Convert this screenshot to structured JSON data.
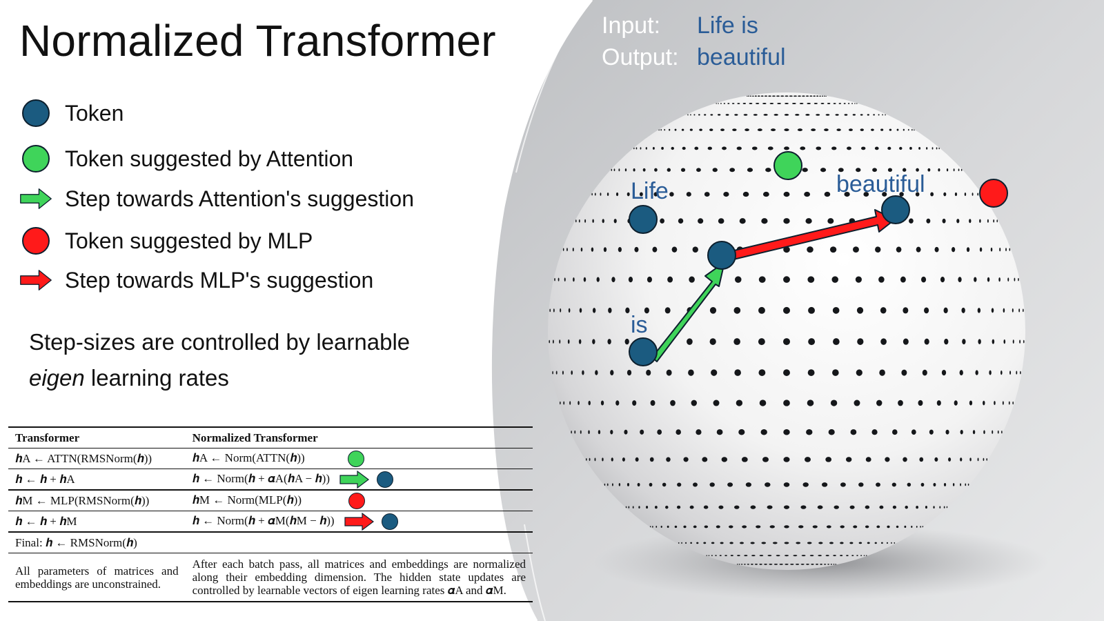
{
  "title": "Normalized Transformer",
  "legend": [
    {
      "icon": "token-circle-icon",
      "label": "Token",
      "color": "#1b5b80"
    },
    {
      "icon": "attention-circle-icon",
      "label": "Token suggested by Attention",
      "color": "#3fd45a"
    },
    {
      "icon": "green-arrow-icon",
      "label": "Step towards Attention's suggestion",
      "color": "#3fd45a"
    },
    {
      "icon": "mlp-circle-icon",
      "label": "Token suggested by MLP",
      "color": "#ff1a1a"
    },
    {
      "icon": "red-arrow-icon",
      "label": "Step towards MLP's suggestion",
      "color": "#ff1a1a"
    }
  ],
  "note": {
    "line1": "Step-sizes are controlled by learnable",
    "italic": "eigen",
    "line2_rest": " learning rates"
  },
  "table": {
    "headers": [
      "Transformer",
      "Normalized Transformer"
    ],
    "rows": [
      {
        "left": "𝒉A ← ATTN(RMSNorm(𝒉))",
        "right": "𝒉A ← Norm(ATTN(𝒉))"
      },
      {
        "left": "𝒉 ← 𝒉 + 𝒉A",
        "right": "𝒉 ← Norm(𝒉 + 𝜶A(𝒉A − 𝒉))"
      },
      {
        "left": "𝒉M ← MLP(RMSNorm(𝒉))",
        "right": "𝒉M ← Norm(MLP(𝒉))"
      },
      {
        "left": "𝒉 ← 𝒉 + 𝒉M",
        "right": "𝒉 ← Norm(𝒉 + 𝜶M(𝒉M − 𝒉))"
      }
    ],
    "final": "Final: 𝒉 ← RMSNorm(𝒉)",
    "footer_left": "All parameters of matrices and embeddings are unconstrained.",
    "footer_right": "After each batch pass, all matrices and embeddings are normalized along their embedding dimension. The hidden state updates are controlled by learnable vectors of eigen learning rates 𝜶A and 𝜶M."
  },
  "io": {
    "input_label": "Input:",
    "input_value": "Life is",
    "output_label": "Output:",
    "output_value": "beautiful"
  },
  "sphere_tokens": [
    "Life",
    "is",
    "beautiful"
  ],
  "colors": {
    "token": "#1b5b80",
    "attention": "#3fd45a",
    "mlp": "#ff1a1a",
    "label_blue": "#2a5c97"
  }
}
